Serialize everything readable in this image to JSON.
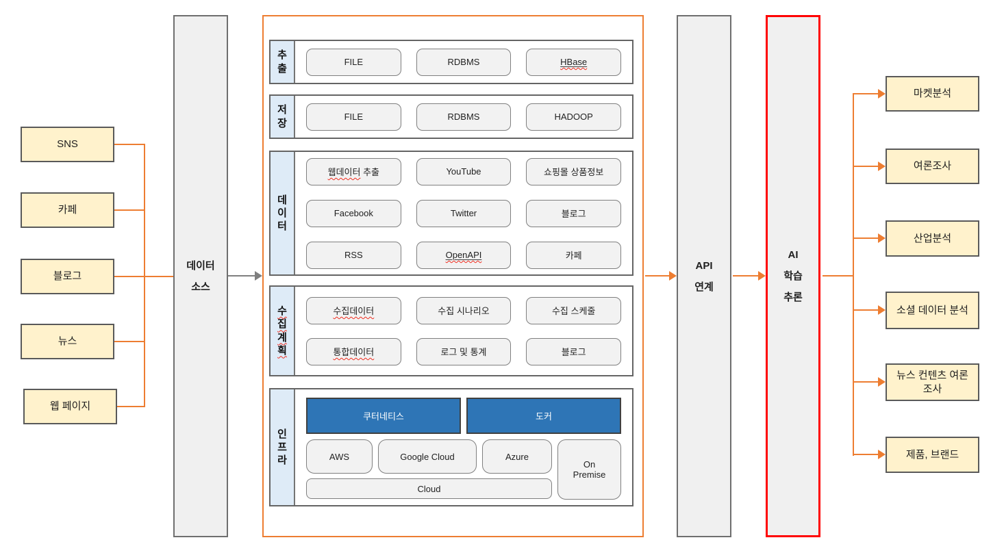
{
  "colors": {
    "accent_orange": "#ED7D31",
    "highlight_red": "#FF0000",
    "infra_blue": "#2E75B6",
    "source_yellow": "#FFF2CC",
    "label_blue": "#DEEBF7",
    "box_gray": "#f2f2f2"
  },
  "left_sources": [
    "SNS",
    "카페",
    "블로그",
    "뉴스",
    "웹 페이지"
  ],
  "pillars": {
    "data_source": {
      "line1": "데이터",
      "line2": "소스"
    },
    "api": {
      "line1": "API",
      "line2": "연계"
    },
    "ai": {
      "line1": "AI",
      "line2": "학습",
      "line3": "추론"
    }
  },
  "rows": {
    "extract": {
      "label": "추출",
      "items": [
        "FILE",
        "RDBMS",
        "HBase"
      ]
    },
    "store": {
      "label": "저장",
      "items": [
        "FILE",
        "RDBMS",
        "HADOOP"
      ]
    },
    "data": {
      "label": "데이터",
      "items": [
        "웹데이터 추출",
        "YouTube",
        "쇼핑몰 상품정보",
        "Facebook",
        "Twitter",
        "블로그",
        "RSS",
        "OpenAPI",
        "카페"
      ],
      "web_squiggle": "웹데이터",
      "web_rest": "추출"
    },
    "plan": {
      "label": "수집계획",
      "items": [
        "수집데이터",
        "수집 시나리오",
        "수집 스케줄",
        "통합데이터",
        "로그 및 통계",
        "블로그"
      ]
    },
    "infra": {
      "label": "인프라",
      "blue_items": [
        "쿠터네티스",
        "도커"
      ],
      "cloud_items": [
        "AWS",
        "Google Cloud",
        "Azure"
      ],
      "on_premise": "On Premise",
      "wide_item": "Cloud"
    }
  },
  "outputs": [
    "마켓분석",
    "여론조사",
    "산업분석",
    "소셜 데이터 분석",
    "뉴스 컨텐츠 여론조사",
    "제품, 브랜드"
  ]
}
